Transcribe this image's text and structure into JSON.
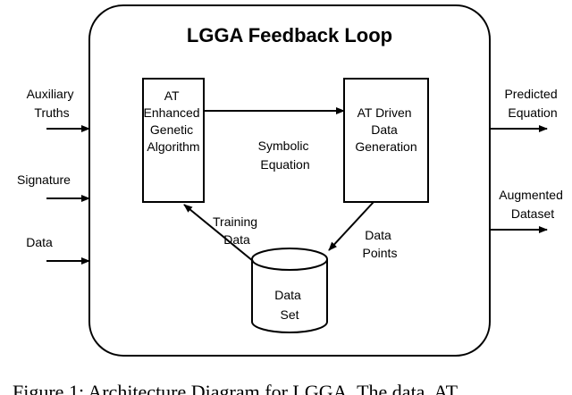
{
  "title": "LGGA Feedback Loop",
  "inputs": {
    "auxiliary_truths": [
      "Auxiliary",
      "Truths"
    ],
    "signature": "Signature",
    "data": "Data"
  },
  "outputs": {
    "predicted_equation": [
      "Predicted",
      "Equation"
    ],
    "augmented_dataset": [
      "Augmented",
      "Dataset"
    ]
  },
  "nodes": {
    "at_enhanced_ga": [
      "AT",
      "Enhanced",
      "Genetic",
      "Algorithm"
    ],
    "at_driven_data_generation": [
      "AT Driven",
      "Data",
      "Generation"
    ],
    "data_set": [
      "Data",
      "Set"
    ]
  },
  "edges": {
    "symbolic_equation": [
      "Symbolic",
      "Equation"
    ],
    "training_data": [
      "Training",
      "Data"
    ],
    "data_points": [
      "Data",
      "Points"
    ]
  },
  "caption": "Figure 1: Architecture Diagram for LGGA. The data, AT"
}
